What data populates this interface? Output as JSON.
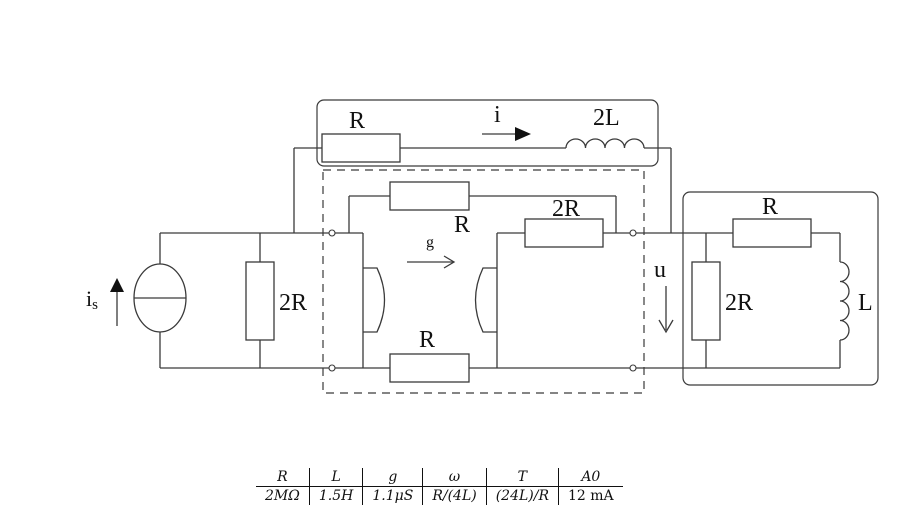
{
  "circuit": {
    "labels": {
      "source": "i",
      "source_sub": "s",
      "r_top": "R",
      "current": "i",
      "l_top": "2L",
      "r_left": "2R",
      "r_bridge": "R",
      "gain": "g",
      "r_mid": "2R",
      "r_bottom": "R",
      "voltage": "u",
      "r_right_top": "R",
      "r_right": "2R",
      "l_right": "L"
    }
  },
  "params": {
    "headers": [
      "R",
      "L",
      "g",
      "ω",
      "T",
      "A0"
    ],
    "values": [
      "2MΩ",
      "1.5H",
      "1.1μS",
      "R/(4L)",
      "(24L)/R",
      "12 mA"
    ]
  }
}
